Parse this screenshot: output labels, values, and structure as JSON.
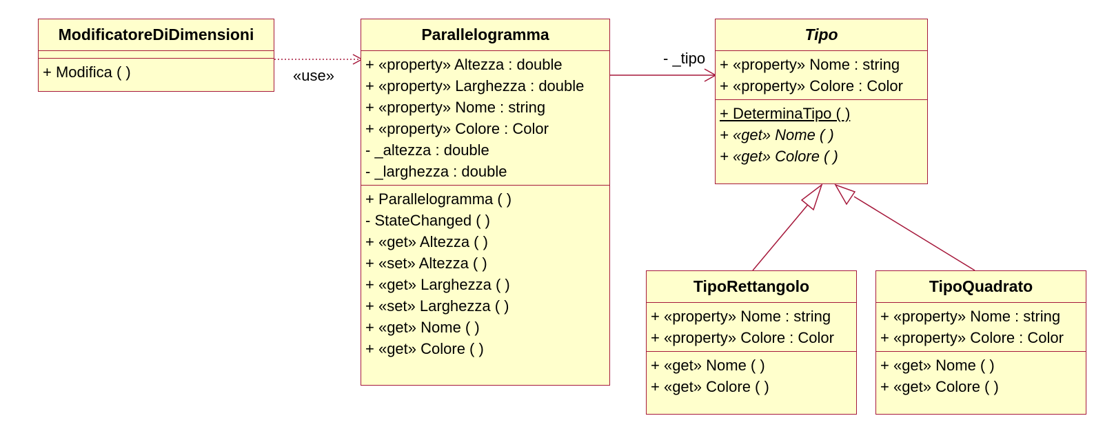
{
  "classes": {
    "modificatore": {
      "name": "ModificatoreDiDimensioni",
      "attributes": [],
      "operations": [
        {
          "text": "+ Modifica (  )",
          "style": ""
        }
      ]
    },
    "parallelogramma": {
      "name": "Parallelogramma",
      "attributes": [
        {
          "text": "+ «property» Altezza : double"
        },
        {
          "text": "+ «property» Larghezza : double"
        },
        {
          "text": "+ «property» Nome : string"
        },
        {
          "text": "+ «property» Colore : Color"
        },
        {
          "text": "- _altezza : double"
        },
        {
          "text": "- _larghezza : double"
        }
      ],
      "operations": [
        {
          "text": "+ Parallelogramma (  )",
          "style": ""
        },
        {
          "text": "- StateChanged (  )",
          "style": ""
        },
        {
          "text": "+ «get» Altezza (  )",
          "style": ""
        },
        {
          "text": "+ «set» Altezza (  )",
          "style": ""
        },
        {
          "text": "+ «get» Larghezza (  )",
          "style": ""
        },
        {
          "text": "+ «set» Larghezza (  )",
          "style": ""
        },
        {
          "text": "+ «get» Nome (  )",
          "style": ""
        },
        {
          "text": "+ «get» Colore (  )",
          "style": ""
        }
      ]
    },
    "tipo": {
      "name": "Tipo",
      "abstract": true,
      "attributes": [
        {
          "text": "+ «property» Nome : string"
        },
        {
          "text": "+ «property» Colore : Color"
        }
      ],
      "operations": [
        {
          "text": "+ DeterminaTipo (  )",
          "style": "static"
        },
        {
          "text": "+ «get» Nome (  )",
          "style": "abstract"
        },
        {
          "text": "+ «get» Colore (  )",
          "style": "abstract"
        }
      ]
    },
    "tipoRettangolo": {
      "name": "TipoRettangolo",
      "attributes": [
        {
          "text": "+ «property» Nome : string"
        },
        {
          "text": "+ «property» Colore : Color"
        }
      ],
      "operations": [
        {
          "text": "+ «get» Nome (  )",
          "style": ""
        },
        {
          "text": "+ «get» Colore (  )",
          "style": ""
        }
      ]
    },
    "tipoQuadrato": {
      "name": "TipoQuadrato",
      "attributes": [
        {
          "text": "+ «property» Nome : string"
        },
        {
          "text": "+ «property» Colore : Color"
        }
      ],
      "operations": [
        {
          "text": "+ «get» Nome (  )",
          "style": ""
        },
        {
          "text": "+ «get» Colore (  )",
          "style": ""
        }
      ]
    }
  },
  "relations": {
    "use_label": "«use»",
    "assoc_label": "- _tipo"
  },
  "colors": {
    "border": "#a5173a",
    "fill": "#ffffcc"
  }
}
